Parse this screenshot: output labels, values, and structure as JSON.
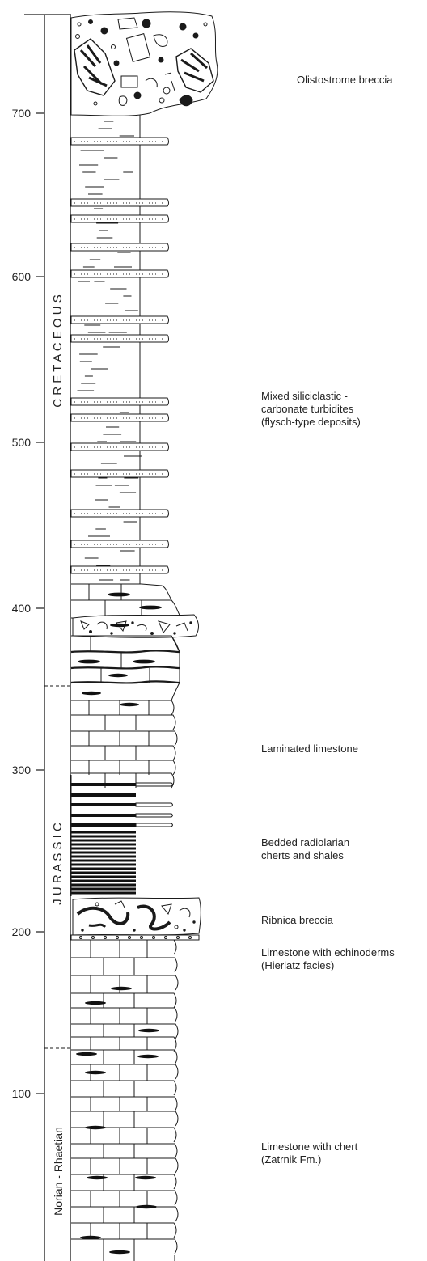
{
  "depth_axis": {
    "ticks": [
      "700",
      "600",
      "500",
      "400",
      "300",
      "200",
      "100"
    ]
  },
  "periods": [
    {
      "label": "C R E T A C E O U S"
    },
    {
      "label": "J U R A S S I C"
    },
    {
      "label": "Norian - Rhaetian"
    }
  ],
  "units": [
    {
      "label": "Olistostrome breccia"
    },
    {
      "label": "Mixed siliciclastic -\ncarbonate turbidites\n(flysch-type deposits)"
    },
    {
      "label": "Laminated limestone"
    },
    {
      "label": "Bedded radiolarian\ncherts and shales"
    },
    {
      "label": "Ribnica breccia"
    },
    {
      "label": "Limestone with echinoderms\n(Hierlatz facies)"
    },
    {
      "label": "Limestone with chert\n(Zatrnik Fm.)"
    }
  ],
  "colors": {
    "ink": "#1a1a1a",
    "chert": "#111111",
    "paper": "#ffffff"
  }
}
